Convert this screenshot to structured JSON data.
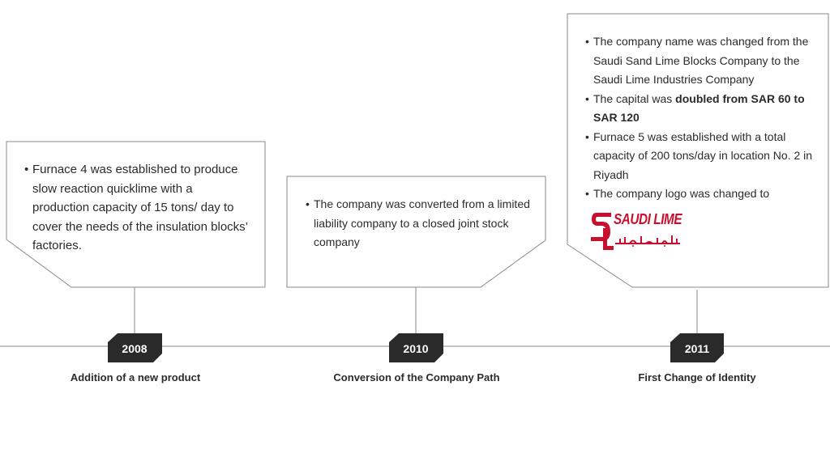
{
  "timeline": {
    "colors": {
      "line": "#8a8a8a",
      "card_border": "#8a8a8a",
      "badge": "#2a2a2a",
      "badge_text": "#ffffff",
      "text": "#2b2b2b",
      "logo_red": "#c8102e"
    },
    "milestones": [
      {
        "year": "2008",
        "event": "Addition of a new product",
        "bullets": [
          "Furnace 4 was established to produce slow reaction quicklime with a production capacity of 15 tons/ day to cover the needs of the insulation blocks’ factories."
        ]
      },
      {
        "year": "2010",
        "event": "Conversion of the Company Path",
        "bullets": [
          "The company was converted from a limited liability company to a closed joint stock company"
        ]
      },
      {
        "year": "2011",
        "event": "First Change of Identity",
        "bullet_1": "The company name was changed from the Saudi Sand Lime Blocks Company to the Saudi Lime Industries Company",
        "bullet_2_prefix": "The capital was ",
        "bullet_2_bold": "doubled from SAR 60 to SAR 120",
        "bullet_3": "Furnace 5 was established with a total capacity of 200 tons/day in location No. 2 in Riyadh",
        "bullet_4": "The company logo was changed to",
        "logo": {
          "icon": "saudi-lime-logo",
          "wordmark": "SAUDI LIME"
        }
      }
    ]
  }
}
